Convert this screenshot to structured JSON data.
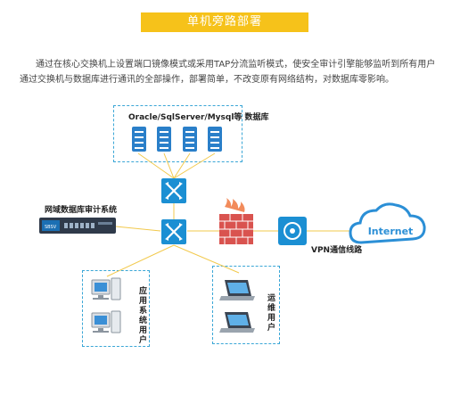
{
  "header": {
    "title": "单机旁路部署"
  },
  "description": "通过在核心交换机上设置端口镜像模式或采用TAP分流监听模式，使安全审计引擎能够监听到所有用户通过交换机与数据库进行通讯的全部操作，部署简单，不改变原有网络结构，对数据库零影响。",
  "diagram": {
    "database_group_label": "Oracle/SqlServer/Mysql等 数据库",
    "audit_system_label": "网域数据库审计系统",
    "app_users_label": "应用系统用户",
    "ops_users_label": "运维用户",
    "vpn_label": "VPN通信线路",
    "internet_label": "Internet",
    "device_brand": "SBSV"
  },
  "colors": {
    "accent": "#f6c21a",
    "dash": "#3aa6d6",
    "switch": "#1b8fd3",
    "firewall": "#d9534f",
    "cloud": "#2b8fd6"
  }
}
